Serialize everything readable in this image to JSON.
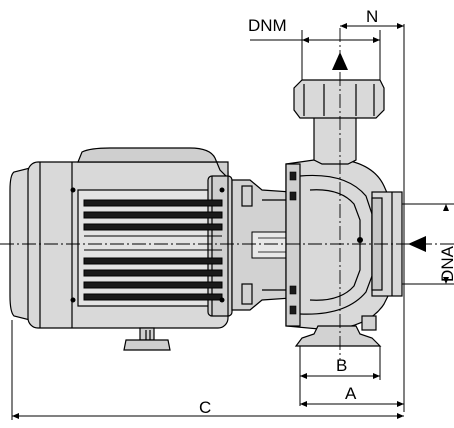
{
  "dimension_labels": {
    "dnm": "DNM",
    "n": "N",
    "dna": "DNA",
    "b": "B",
    "a": "A",
    "c": "C"
  },
  "colors": {
    "line": "#000000",
    "body_fill": "#d9d9d9",
    "body_shade": "#c6c6c6",
    "fin_dark": "#1a1a1a",
    "background": "#ffffff"
  }
}
